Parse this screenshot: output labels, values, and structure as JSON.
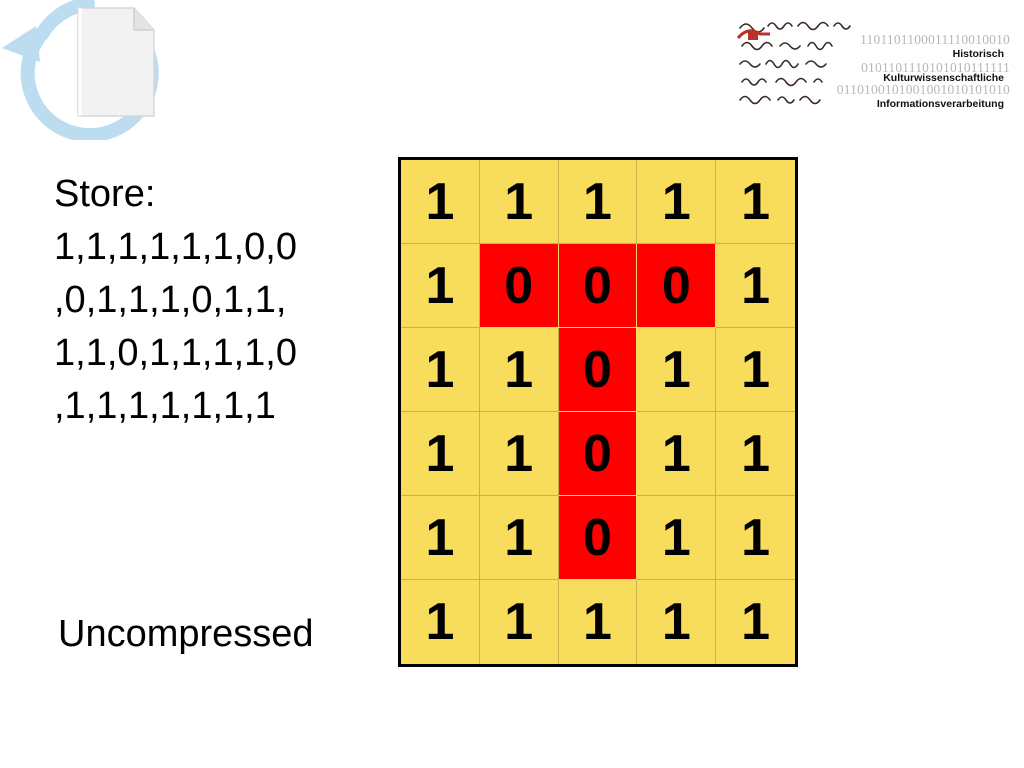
{
  "colors": {
    "one_cell": "#f7dd5b",
    "zero_cell": "#ff0000",
    "grid_line": "#c8b24a",
    "text": "#000000"
  },
  "logos": {
    "corner_logo_icon": "circular-arrow-document-icon",
    "institute": {
      "binary_1": "1101101100011110010010",
      "word_1": "Historisch",
      "binary_2": "0101101110101010111111",
      "word_2": "Kulturwissenschaftliche",
      "binary_3": "0110100101001001010101010",
      "word_3": "Informationsverarbeitung"
    }
  },
  "store": {
    "label": "Store:",
    "lines": [
      "1,1,1,1,1,1,0,0",
      ",0,1,1,1,0,1,1,",
      "1,1,0,1,1,1,1,0",
      ",1,1,1,1,1,1,1"
    ]
  },
  "caption": "Uncompressed",
  "grid": {
    "rows": [
      [
        "1",
        "1",
        "1",
        "1",
        "1"
      ],
      [
        "1",
        "0",
        "0",
        "0",
        "1"
      ],
      [
        "1",
        "1",
        "0",
        "1",
        "1"
      ],
      [
        "1",
        "1",
        "0",
        "1",
        "1"
      ],
      [
        "1",
        "1",
        "0",
        "1",
        "1"
      ],
      [
        "1",
        "1",
        "1",
        "1",
        "1"
      ]
    ]
  }
}
